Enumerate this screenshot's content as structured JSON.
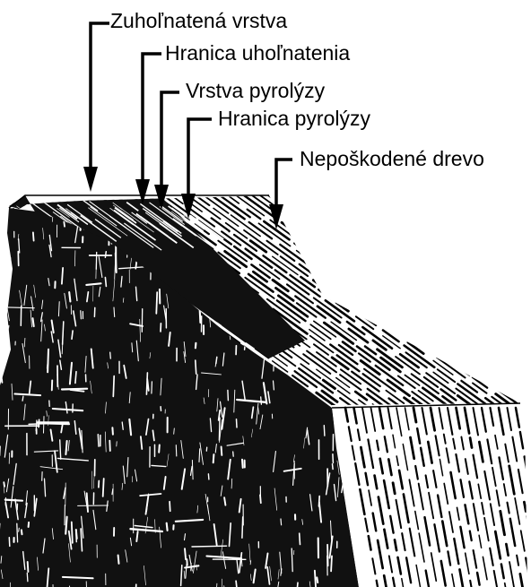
{
  "diagram": {
    "labels": [
      {
        "id": "char-layer",
        "text": "Zuhoľnatená vrstva"
      },
      {
        "id": "char-boundary",
        "text": "Hranica uhoľnatenia"
      },
      {
        "id": "pyrolysis-layer",
        "text": "Vrstva pyrolýzy"
      },
      {
        "id": "pyrolysis-boundary",
        "text": "Hranica pyrolýzy"
      },
      {
        "id": "undamaged-wood",
        "text": "Nepoškodené drevo"
      }
    ],
    "colors": {
      "ink": "#000000",
      "paper": "#ffffff"
    }
  }
}
